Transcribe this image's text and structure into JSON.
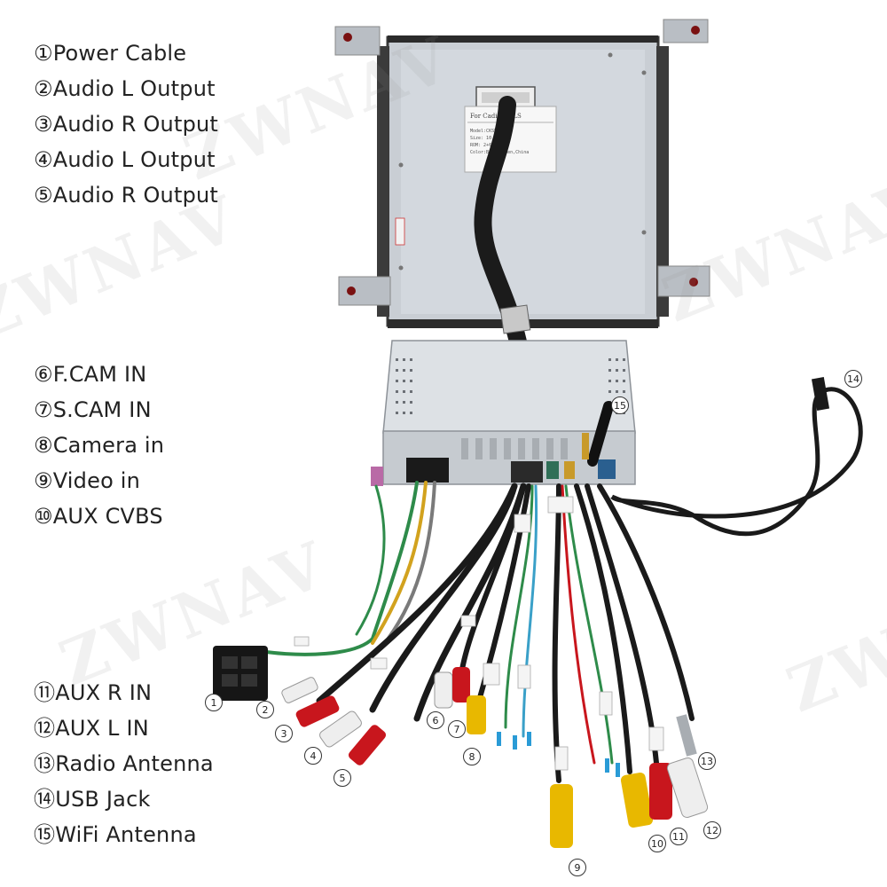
{
  "legend_top": [
    {
      "marker": "①",
      "label": "Power Cable"
    },
    {
      "marker": "②",
      "label": "Audio L Output"
    },
    {
      "marker": "③",
      "label": "Audio R Output"
    },
    {
      "marker": "④",
      "label": "Audio L Output"
    },
    {
      "marker": "⑤",
      "label": "Audio R Output"
    }
  ],
  "legend_middle": [
    {
      "marker": "⑥",
      "label": "F.CAM IN"
    },
    {
      "marker": "⑦",
      "label": "S.CAM IN"
    },
    {
      "marker": "⑧",
      "label": "Camera in"
    },
    {
      "marker": "⑨",
      "label": "Video in"
    },
    {
      "marker": "⑩",
      "label": "AUX CVBS"
    }
  ],
  "legend_bottom": [
    {
      "marker": "⑪",
      "label": "AUX R IN"
    },
    {
      "marker": "⑫",
      "label": "AUX L IN"
    },
    {
      "marker": "⑬",
      "label": "Radio Antenna"
    },
    {
      "marker": "⑭",
      "label": "USB Jack"
    },
    {
      "marker": "⑮",
      "label": "WiFi Antenna"
    }
  ],
  "callouts": [
    "1",
    "2",
    "3",
    "4",
    "5",
    "6",
    "7",
    "8",
    "9",
    "10",
    "11",
    "12",
    "13",
    "14",
    "15"
  ],
  "watermark": "ZWNAV",
  "product_label": {
    "line1": "For Cadi     lle SLS",
    "line2": "Model:CKSB",
    "line3": "Size: 10.4",
    "line4": "ROM: 2+6",
    "line5": "Color:Bl        henzhen,China"
  },
  "colors": {
    "rca_red": "#c8161d",
    "rca_white": "#eeeeee",
    "rca_yellow": "#e8b800",
    "housing": "#c9ced4",
    "cable": "#1a1a1a"
  }
}
